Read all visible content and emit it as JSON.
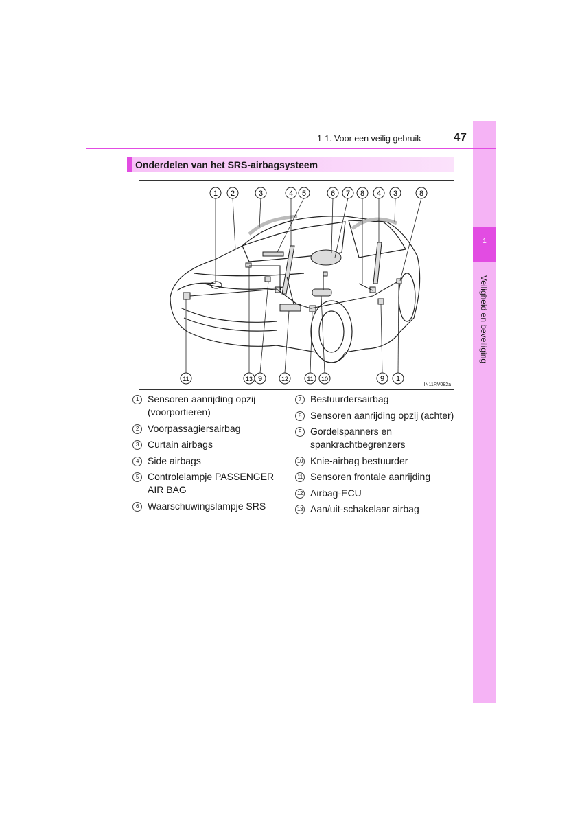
{
  "header": {
    "breadcrumb": "1-1. Voor een veilig gebruik",
    "page_number": "47"
  },
  "side_tab": {
    "chapter_number": "1",
    "label": "Veiligheid en beveiliging"
  },
  "section": {
    "title": "Onderdelen van het SRS-airbagsysteem"
  },
  "figure": {
    "id": "IN11RV082a",
    "top_callouts": [
      "1",
      "2",
      "3",
      "4",
      "5",
      "6",
      "7",
      "8",
      "4",
      "3",
      "8"
    ],
    "bottom_callouts": [
      "11",
      "13",
      "9",
      "12",
      "11",
      "10",
      "9",
      "1"
    ]
  },
  "legend": {
    "left": [
      {
        "num": "1",
        "text": "Sensoren aanrijding opzij (voorportieren)"
      },
      {
        "num": "2",
        "text": "Voorpassagiersairbag"
      },
      {
        "num": "3",
        "text": "Curtain airbags"
      },
      {
        "num": "4",
        "text": "Side airbags"
      },
      {
        "num": "5",
        "text": "Controlelampje PASSENGER AIR BAG"
      },
      {
        "num": "6",
        "text": "Waarschuwingslampje SRS"
      }
    ],
    "right": [
      {
        "num": "7",
        "text": "Bestuurdersairbag"
      },
      {
        "num": "8",
        "text": "Sensoren aanrijding opzij (achter)"
      },
      {
        "num": "9",
        "text": "Gordelspanners en spankrachtbegrenzers"
      },
      {
        "num": "10",
        "text": "Knie-airbag bestuurder"
      },
      {
        "num": "11",
        "text": "Sensoren frontale aanrijding"
      },
      {
        "num": "12",
        "text": "Airbag-ECU"
      },
      {
        "num": "13",
        "text": "Aan/uit-schakelaar airbag"
      }
    ]
  }
}
